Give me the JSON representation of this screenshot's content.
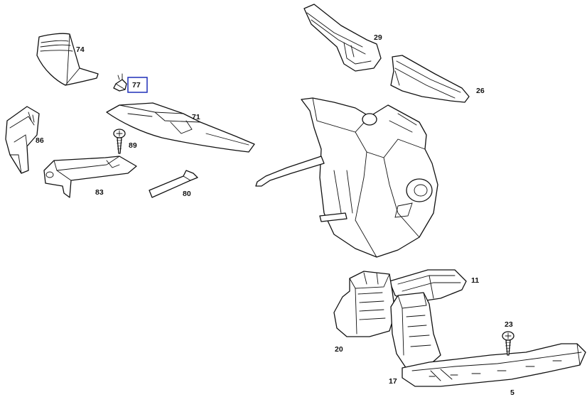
{
  "callouts": {
    "c74": "74",
    "c77": "77",
    "c71": "71",
    "c86": "86",
    "c89": "89",
    "c83": "83",
    "c80": "80",
    "c29": "29",
    "c26": "26",
    "c11": "11",
    "c20": "20",
    "c23": "23",
    "c17": "17",
    "c5": "5"
  },
  "highlight": {
    "selected_callout": "77",
    "color": "#1f2fb8"
  },
  "colors": {
    "line": "#111111",
    "background": "#ffffff"
  }
}
